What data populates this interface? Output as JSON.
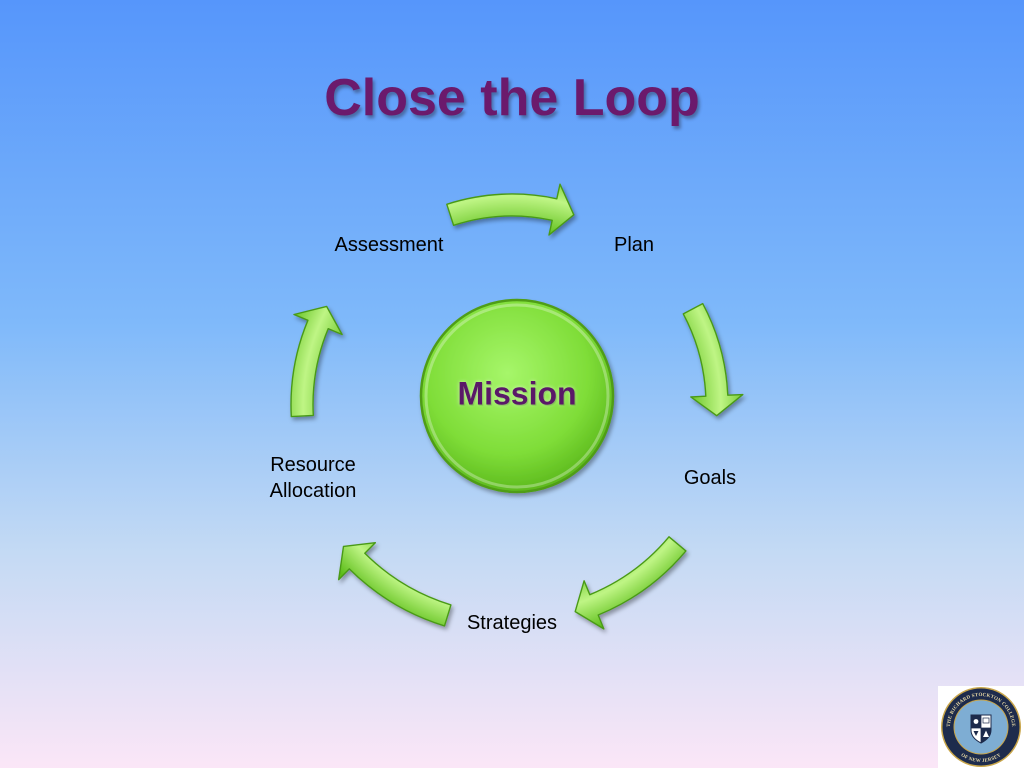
{
  "slide": {
    "title": "Close the Loop",
    "colors": {
      "title": "#6b1a6c",
      "label_text": "#000000",
      "background_gradient": [
        "#5696fb",
        "#7fb9fa",
        "#c4daf4",
        "#fbe6f7"
      ]
    }
  },
  "diagram": {
    "center": {
      "label": "Mission",
      "label_color": "#5a1868",
      "fill_light": "#a6f66a",
      "fill_dark": "#58b51a"
    },
    "nodes": [
      {
        "label": "Plan"
      },
      {
        "label": "Goals"
      },
      {
        "label": "Strategies"
      },
      {
        "label_lines": [
          "Resource",
          "Allocation"
        ]
      },
      {
        "label": "Assessment"
      }
    ],
    "edges": [
      [
        4,
        0
      ],
      [
        0,
        1
      ],
      [
        1,
        2
      ],
      [
        2,
        3
      ],
      [
        3,
        4
      ]
    ],
    "arrow_colors": {
      "fill_light": "#bff585",
      "fill_dark": "#5cbd19",
      "outline": "#4a9a17"
    }
  },
  "logo": {
    "text_top": "THE RICHARD STOCKTON COLLEGE",
    "text_bottom": "OF NEW JERSEY",
    "colors": {
      "ring": "#1d2b4c",
      "gold": "#c8a54a",
      "field": "#7eadd3"
    }
  }
}
